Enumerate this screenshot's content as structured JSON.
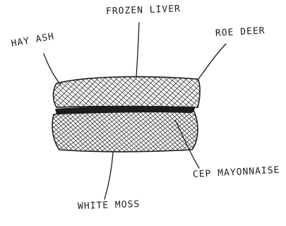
{
  "labels": {
    "frozen_liver": "FROZEN LIVER",
    "hay_ash": "HAY ASH",
    "roe_deer": "ROE DEER",
    "cep_mayonnaise": "CEP MAYONNAISE",
    "white_moss": "WHITE MOSS"
  },
  "ink_color": "#1c1c1c"
}
